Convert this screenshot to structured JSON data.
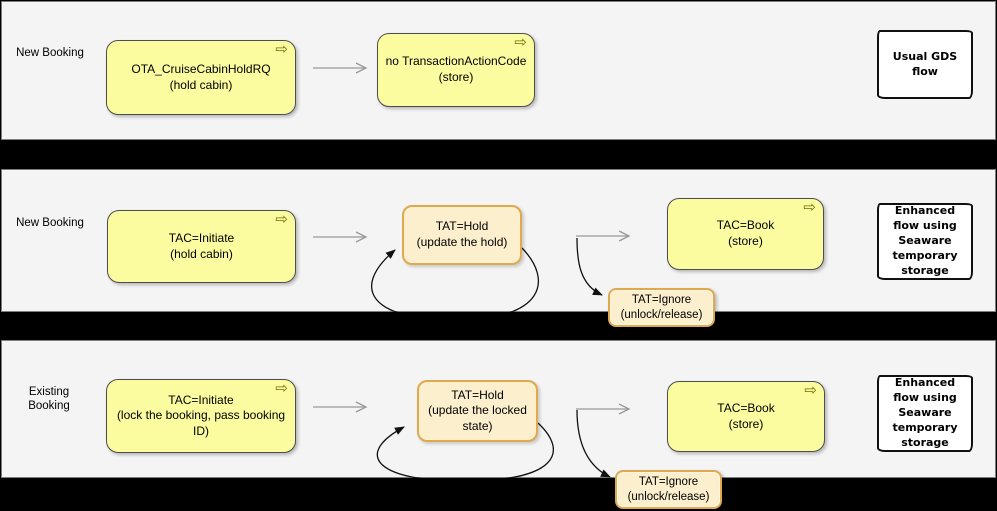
{
  "icons": {
    "task_arrow": "⇨"
  },
  "colors": {
    "lane_background": "#f4f4f4",
    "separator_bar": "#000000",
    "task_fill": "#fbfb9f",
    "task_border": "#4d4d4d",
    "state_fill": "#fcefcd",
    "state_border": "#dfa950",
    "gray_arrow": "#999999",
    "black_arrow": "#111111",
    "annotation_border": "#101010"
  },
  "lanes": [
    {
      "label": "New Booking",
      "annotation": "Usual GDS flow"
    },
    {
      "label": "New Booking",
      "annotation": "Enhanced flow using Seaware temporary storage"
    },
    {
      "label": "Existing Booking",
      "annotation": "Enhanced flow using Seaware temporary storage"
    }
  ],
  "nodes": {
    "l1_task1": {
      "title": "OTA_CruiseCabinHoldRQ",
      "subtitle": "(hold cabin)"
    },
    "l1_task2": {
      "title": "no TransactionActionCode",
      "subtitle": "(store)"
    },
    "l2_task1": {
      "title": "TAC=Initiate",
      "subtitle": "(hold cabin)"
    },
    "l2_state_hold": {
      "title": "TAT=Hold",
      "subtitle": "(update the hold)"
    },
    "l2_state_ignore": {
      "title": "TAT=Ignore",
      "subtitle": "(unlock/release)"
    },
    "l2_task2": {
      "title": "TAC=Book",
      "subtitle": "(store)"
    },
    "l3_task1": {
      "title": "TAC=Initiate",
      "subtitle": "(lock the booking, pass booking ID)"
    },
    "l3_state_hold": {
      "title": "TAT=Hold",
      "subtitle": "(update the locked state)"
    },
    "l3_state_ignore": {
      "title": "TAT=Ignore",
      "subtitle": "(unlock/release)"
    },
    "l3_task2": {
      "title": "TAC=Book",
      "subtitle": "(store)"
    }
  }
}
